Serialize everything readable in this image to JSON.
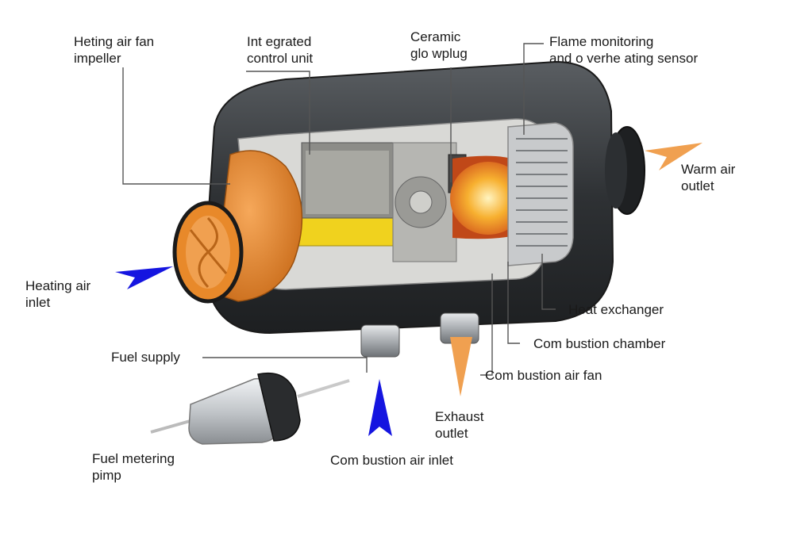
{
  "labels": {
    "heating_fan_impeller": [
      "Heting air fan",
      "impeller"
    ],
    "control_unit": [
      "Int egrated",
      "control unit"
    ],
    "glow_plug": [
      "Ceramic",
      "glo wplug"
    ],
    "flame_sensor": [
      "Flame monitoring",
      "and o verhe ating sensor"
    ],
    "warm_air_outlet": [
      "Warm air",
      "outlet"
    ],
    "heating_air_inlet": [
      "Heating air",
      "inlet"
    ],
    "heat_exchanger": "Heat exchanger",
    "combustion_chamber": "Com bustion chamber",
    "combustion_air_fan": "Com bustion air fan",
    "fuel_supply": "Fuel supply",
    "exhaust_outlet": [
      "Exhaust",
      "outlet"
    ],
    "fuel_metering_pump": [
      "Fuel metering",
      "pimp"
    ],
    "combustion_air_inlet": "Com bustion air inlet"
  },
  "colors": {
    "cold_air_arrow": "#1515e0",
    "warm_air_arrow": "#f0a050",
    "impeller": "#e8892a",
    "housing": "#3a3d40",
    "flame": "#f5a020",
    "leader_line": "#555555"
  }
}
